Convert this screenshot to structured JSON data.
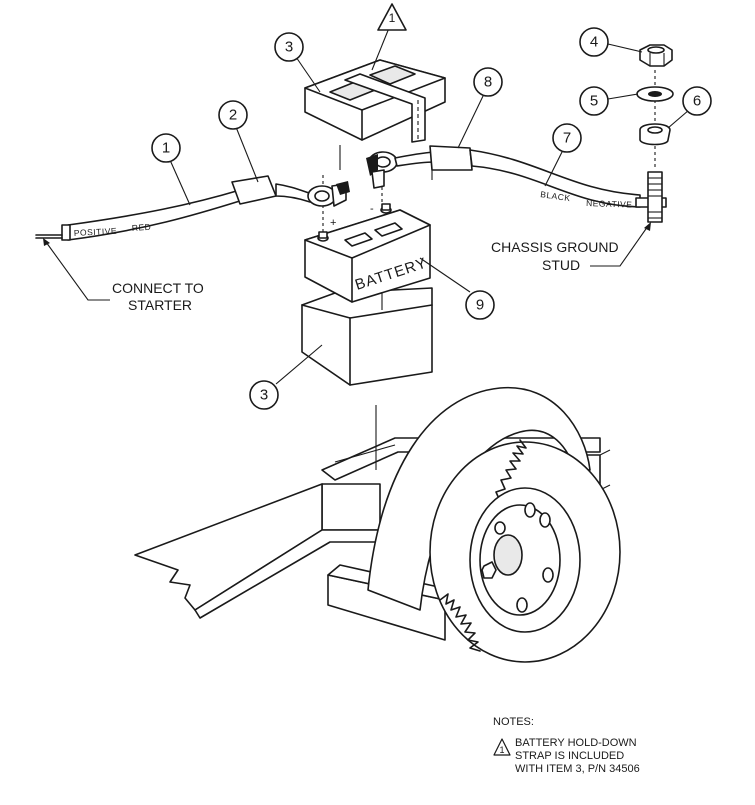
{
  "callouts": {
    "c1": "1",
    "c2": "2",
    "c3_strap": "3",
    "c3_tray": "3",
    "c4": "4",
    "c5": "5",
    "c6": "6",
    "c7": "7",
    "c8": "8",
    "c9": "9",
    "delta_top": "1",
    "delta_note": "1"
  },
  "labels": {
    "connect_line1": "CONNECT TO",
    "connect_line2": "STARTER",
    "chassis_line1": "CHASSIS GROUND",
    "chassis_line2": "STUD",
    "battery": "BATTERY",
    "positive_cable_1": "POSITIVE",
    "positive_cable_2": "RED",
    "negative_cable_1": "BLACK",
    "negative_cable_2": "NEGATIVE",
    "plus": "+",
    "minus": "-"
  },
  "notes": {
    "heading": "NOTES:",
    "line1": "BATTERY HOLD-DOWN",
    "line2": "STRAP IS INCLUDED",
    "line3": "WITH ITEM 3, P/N 34506"
  }
}
